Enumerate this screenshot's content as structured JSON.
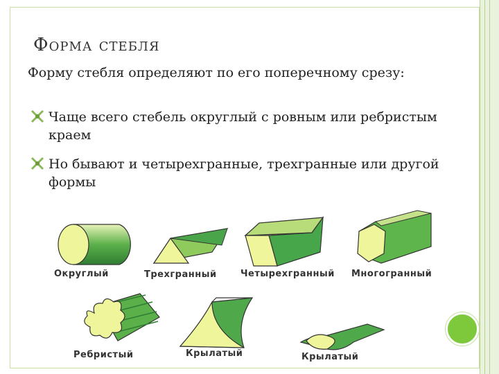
{
  "slide": {
    "title": "Форма стебля",
    "intro": "Форму стебля определяют по его поперечному срезу:",
    "bullets": [
      "Чаще всего стебель округлый с ровным или ребристым краем",
      "Но бывают и четырехгранные, трехгранные или другой формы"
    ],
    "bullet_icon": "fancy-bullet-icon",
    "accent_color": "#7ec83c",
    "rail_color": "#e9f2dc"
  },
  "shapes": [
    {
      "label": "Округлый",
      "icon": "cylinder-stem-icon"
    },
    {
      "label": "Трехгранный",
      "icon": "triangular-prism-stem-icon"
    },
    {
      "label": "Четырехгранный",
      "icon": "square-prism-stem-icon"
    },
    {
      "label": "Многогранный",
      "icon": "polygonal-prism-stem-icon"
    },
    {
      "label": "Ребристый",
      "icon": "ribbed-stem-icon"
    },
    {
      "label": "Крылатый",
      "icon": "winged-stem-icon"
    },
    {
      "label": "Крылатый",
      "icon": "winged-flat-stem-icon"
    }
  ]
}
